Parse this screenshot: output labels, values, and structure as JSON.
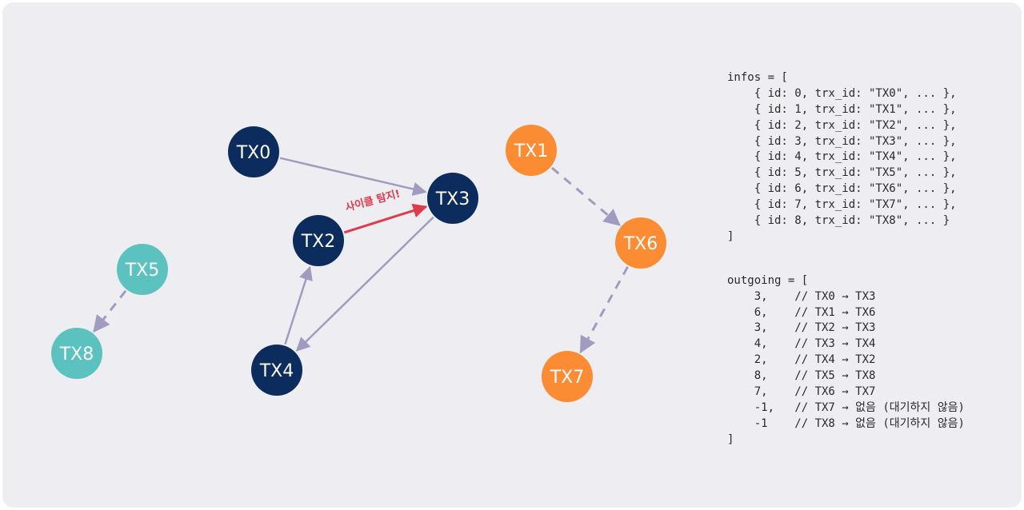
{
  "colors": {
    "background": "#ededf2",
    "node_navy": "#0d2c5e",
    "node_orange": "#fb8c34",
    "node_teal": "#5bc2c0",
    "edge_solid": "#a09cbf",
    "edge_cycle": "#e03a4d"
  },
  "nodes": [
    {
      "id": "TX0",
      "label": "TX0",
      "group": "navy"
    },
    {
      "id": "TX1",
      "label": "TX1",
      "group": "orange"
    },
    {
      "id": "TX2",
      "label": "TX2",
      "group": "navy"
    },
    {
      "id": "TX3",
      "label": "TX3",
      "group": "navy"
    },
    {
      "id": "TX4",
      "label": "TX4",
      "group": "navy"
    },
    {
      "id": "TX5",
      "label": "TX5",
      "group": "teal"
    },
    {
      "id": "TX6",
      "label": "TX6",
      "group": "orange"
    },
    {
      "id": "TX7",
      "label": "TX7",
      "group": "orange"
    },
    {
      "id": "TX8",
      "label": "TX8",
      "group": "teal"
    }
  ],
  "edges": [
    {
      "from": "TX0",
      "to": "TX3",
      "style": "solid"
    },
    {
      "from": "TX2",
      "to": "TX3",
      "style": "cycle"
    },
    {
      "from": "TX3",
      "to": "TX4",
      "style": "solid"
    },
    {
      "from": "TX4",
      "to": "TX2",
      "style": "solid"
    },
    {
      "from": "TX1",
      "to": "TX6",
      "style": "dashed"
    },
    {
      "from": "TX6",
      "to": "TX7",
      "style": "dashed"
    },
    {
      "from": "TX5",
      "to": "TX8",
      "style": "dashed"
    }
  ],
  "cycle_label": "사이클 탐지!",
  "code": {
    "infos_header": "infos = [",
    "infos": [
      "    { id: 0, trx_id: \"TX0\", ... },",
      "    { id: 1, trx_id: \"TX1\", ... },",
      "    { id: 2, trx_id: \"TX2\", ... },",
      "    { id: 3, trx_id: \"TX3\", ... },",
      "    { id: 4, trx_id: \"TX4\", ... },",
      "    { id: 5, trx_id: \"TX5\", ... },",
      "    { id: 6, trx_id: \"TX6\", ... },",
      "    { id: 7, trx_id: \"TX7\", ... },",
      "    { id: 8, trx_id: \"TX8\", ... }"
    ],
    "infos_footer": "]",
    "outgoing_header": "outgoing = [",
    "outgoing": [
      "    3,    // TX0 → TX3",
      "    6,    // TX1 → TX6",
      "    3,    // TX2 → TX3",
      "    4,    // TX3 → TX4",
      "    2,    // TX4 → TX2",
      "    8,    // TX5 → TX8",
      "    7,    // TX6 → TX7",
      "    -1,   // TX7 → 없음 (대기하지 않음)",
      "    -1    // TX8 → 없음 (대기하지 않음)"
    ],
    "outgoing_footer": "]"
  }
}
